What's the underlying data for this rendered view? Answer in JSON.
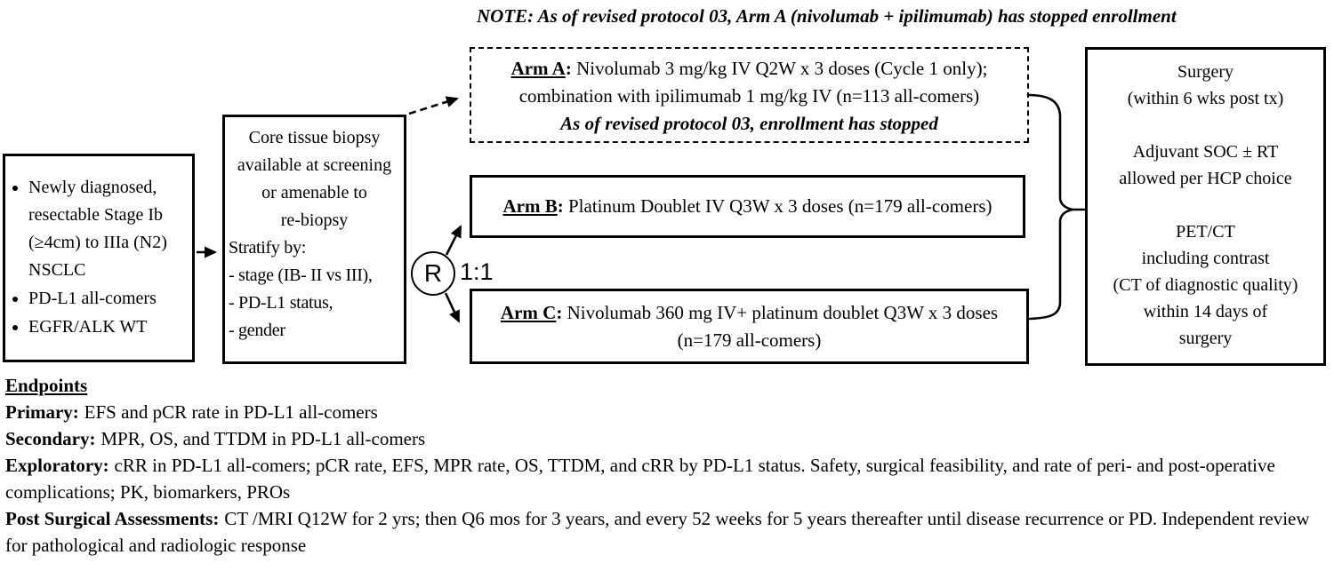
{
  "note": "NOTE: As of revised protocol 03, Arm A (nivolumab + ipilimumab) has stopped enrollment",
  "eligibility": {
    "items": [
      "Newly diagnosed, resectable Stage Ib (≥4cm) to IIIa (N2) NSCLC",
      "PD-L1 all-comers",
      "EGFR/ALK WT"
    ]
  },
  "biopsy": {
    "centered_lines": [
      "Core tissue biopsy",
      "available at screening",
      "or amenable to",
      "re-biopsy"
    ],
    "stratify_label": "Stratify by:",
    "stratify_items": [
      "- stage (IB- II vs III),",
      "- PD-L1 status,",
      "- gender"
    ]
  },
  "randomization": {
    "symbol": "R",
    "ratio": "1:1"
  },
  "arm_a": {
    "label": "Arm A",
    "colon": ":",
    "line1_rest": " Nivolumab 3 mg/kg IV Q2W x 3 doses (Cycle 1 only);",
    "line2": "combination with ipilimumab 1 mg/kg IV (n=113 all-comers)",
    "line3": "As of revised protocol 03, enrollment has stopped"
  },
  "arm_b": {
    "label": "Arm B",
    "colon": ":",
    "rest": " Platinum Doublet IV Q3W x 3 doses (n=179 all-comers)"
  },
  "arm_c": {
    "label": "Arm C",
    "colon": ":",
    "line1_rest": " Nivolumab 360 mg IV+ platinum doublet Q3W x 3 doses",
    "line2": "(n=179 all-comers)"
  },
  "surgery": {
    "lines": [
      "Surgery",
      "(within 6 wks post tx)",
      "",
      "Adjuvant SOC ± RT",
      "allowed per HCP choice",
      "",
      "PET/CT",
      "including contrast",
      "(CT of diagnostic quality)",
      "within 14 days of",
      "surgery"
    ]
  },
  "endpoints": {
    "title": "Endpoints",
    "rows": [
      {
        "label": "Primary:",
        "text": "EFS and pCR rate in PD-L1 all-comers"
      },
      {
        "label": "Secondary:",
        "text": "MPR, OS, and TTDM in PD-L1 all-comers"
      },
      {
        "label": "Exploratory:",
        "text": "cRR in PD-L1 all-comers; pCR rate, EFS, MPR rate, OS, TTDM, and cRR by PD-L1 status. Safety, surgical feasibility, and rate of peri- and post-operative complications; PK, biomarkers, PROs"
      },
      {
        "label": "Post Surgical Assessments:",
        "text": "CT /MRI Q12W for 2 yrs; then Q6 mos for 3 years, and every 52 weeks for 5 years thereafter until disease recurrence or PD. Independent review for pathological and radiologic response"
      }
    ]
  },
  "colors": {
    "ink": "#000000",
    "background": "#ffffff"
  }
}
